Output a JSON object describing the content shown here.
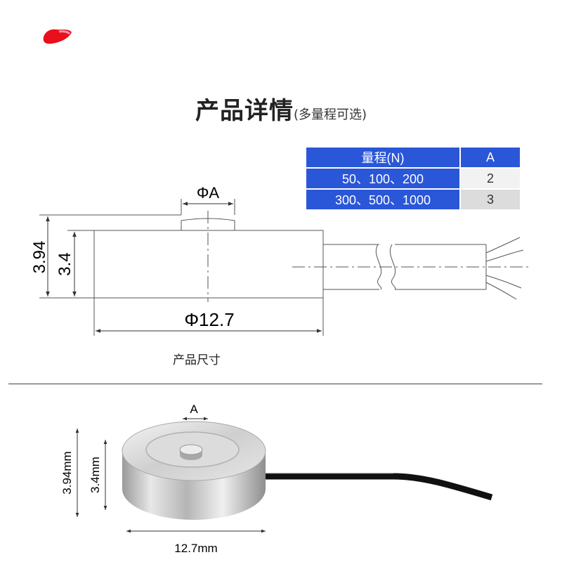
{
  "header": {
    "logo_icon": "red-brush-logo-icon"
  },
  "title": {
    "main": "产品详情",
    "sub": "(多量程可选)"
  },
  "spec_table": {
    "columns": [
      "量程(N)",
      "A"
    ],
    "rows": [
      {
        "range": "50、100、200",
        "a": "2"
      },
      {
        "range": "300、500、1000",
        "a": "3"
      }
    ],
    "colors": {
      "header_bg": "#2a56d8",
      "cell_light": "#f2f2f2",
      "cell_dark": "#dcdcdc"
    }
  },
  "drawing": {
    "dim_a": "ΦA",
    "dim_total_height": "3.94",
    "dim_body_height": "3.4",
    "dim_diameter": "Φ12.7",
    "caption": "产品尺寸"
  },
  "photo": {
    "dim_a": "A",
    "dim_total_height": "3.94mm",
    "dim_body_height": "3.4mm",
    "dim_diameter": "12.7mm"
  }
}
